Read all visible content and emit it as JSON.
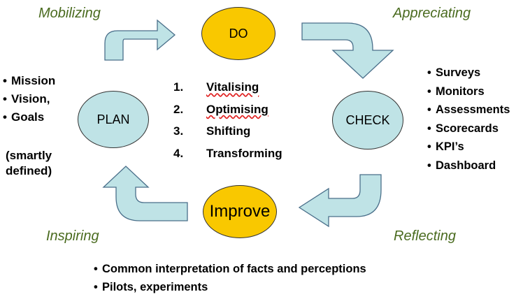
{
  "phases": {
    "mobilizing": "Mobilizing",
    "appreciating": "Appreciating",
    "inspiring": "Inspiring",
    "reflecting": "Reflecting"
  },
  "nodes": {
    "do": "DO",
    "check": "CHECK",
    "improve": "Improve",
    "plan": "PLAN"
  },
  "plan_list": [
    "Mission",
    "Vision,",
    "Goals"
  ],
  "plan_note": [
    "(smartly",
    "defined)"
  ],
  "steps": [
    {
      "num": "1.",
      "label": "Vitalising"
    },
    {
      "num": "2.",
      "label": "Optimising"
    },
    {
      "num": "3.",
      "label": "Shifting"
    },
    {
      "num": "4.",
      "label": "Transforming"
    }
  ],
  "check_list": [
    "Surveys",
    "Monitors",
    "Assessments",
    "Scorecards",
    "KPI’s",
    "Dashboard"
  ],
  "improve_list": [
    "Common interpretation of facts and perceptions",
    "Pilots, experiments"
  ],
  "colors": {
    "node_yellow": "#f9c800",
    "node_blue": "#bfe3e6",
    "arrow_fill": "#bfe3e6",
    "phase_text": "#4a6b1f",
    "squiggle": "#e02020"
  }
}
